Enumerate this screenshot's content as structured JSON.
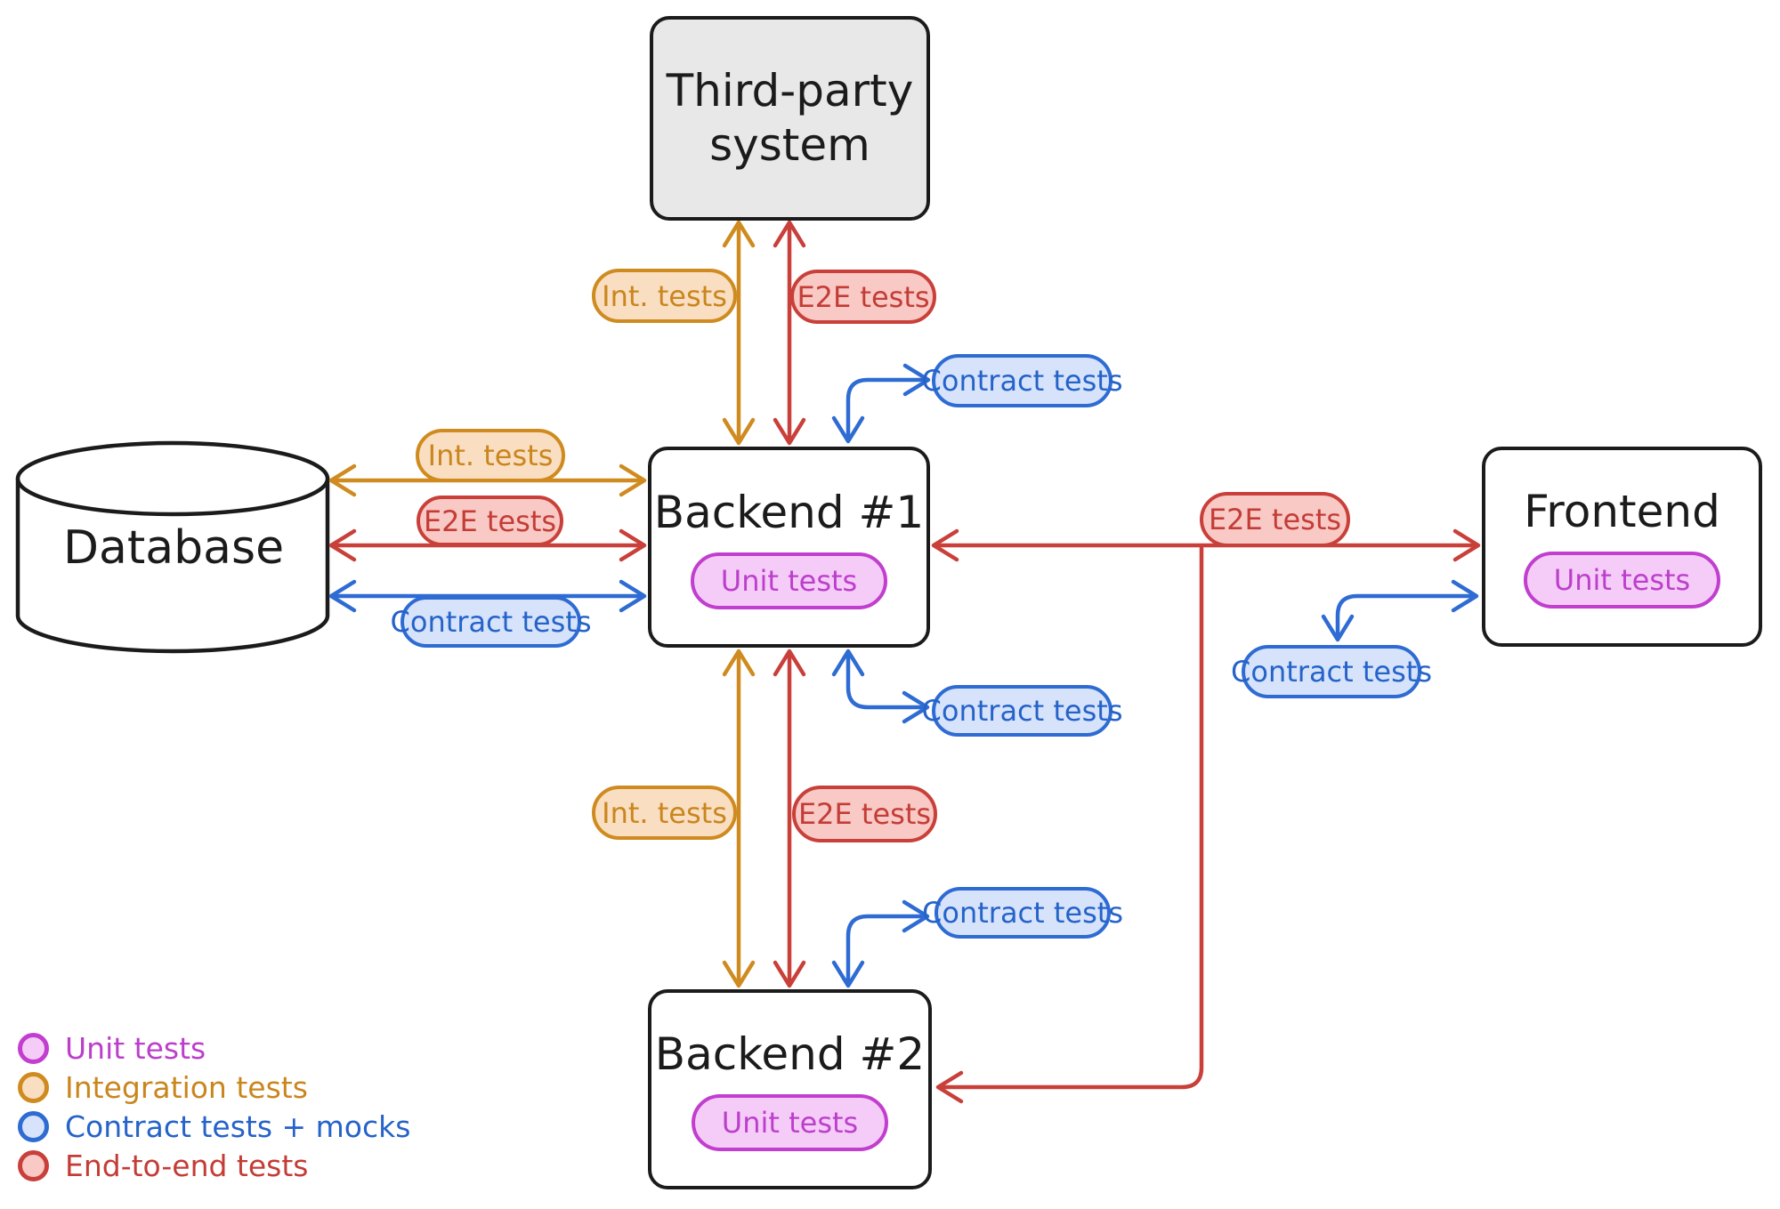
{
  "colors": {
    "background": "#ffffff",
    "node_stroke": "#1b1b1b",
    "node_fill": "#ffffff",
    "third_party_fill": "#e8e8e8",
    "label_text": "#1b1b1b",
    "unit_stroke": "#c13ecf",
    "unit_fill": "#f5ccf7",
    "unit_text": "#bc3fcb",
    "integration_stroke": "#cf8b1f",
    "integration_fill": "#fadec2",
    "integration_text": "#c9861d",
    "contract_stroke": "#2e6bd3",
    "contract_fill": "#d6e3fa",
    "contract_text": "#2563c9",
    "e2e_stroke": "#c9403a",
    "e2e_fill": "#f8c9c5",
    "e2e_text": "#c43c36"
  },
  "nodes": {
    "third_party": {
      "line1": "Third-party",
      "line2": "system"
    },
    "database": {
      "label": "Database"
    },
    "backend1": {
      "label": "Backend #1",
      "badge": "Unit tests"
    },
    "backend2": {
      "label": "Backend #2",
      "badge": "Unit tests"
    },
    "frontend": {
      "label": "Frontend",
      "badge": "Unit tests"
    }
  },
  "pills": {
    "tp_int": "Int. tests",
    "tp_e2e": "E2E tests",
    "b1_contract_top": "Contract tests",
    "db_int": "Int. tests",
    "db_e2e": "E2E tests",
    "db_contract": "Contract tests",
    "fe_e2e": "E2E tests",
    "fe_contract": "Contract tests",
    "b1_contract_bottom": "Contract tests",
    "mid_int": "Int. tests",
    "mid_e2e": "E2E tests",
    "b2_contract": "Contract tests"
  },
  "legend": {
    "items": [
      {
        "label": "Unit tests",
        "type": "unit"
      },
      {
        "label": "Integration tests",
        "type": "integration"
      },
      {
        "label": "Contract tests + mocks",
        "type": "contract"
      },
      {
        "label": "End-to-end tests",
        "type": "e2e"
      }
    ]
  }
}
